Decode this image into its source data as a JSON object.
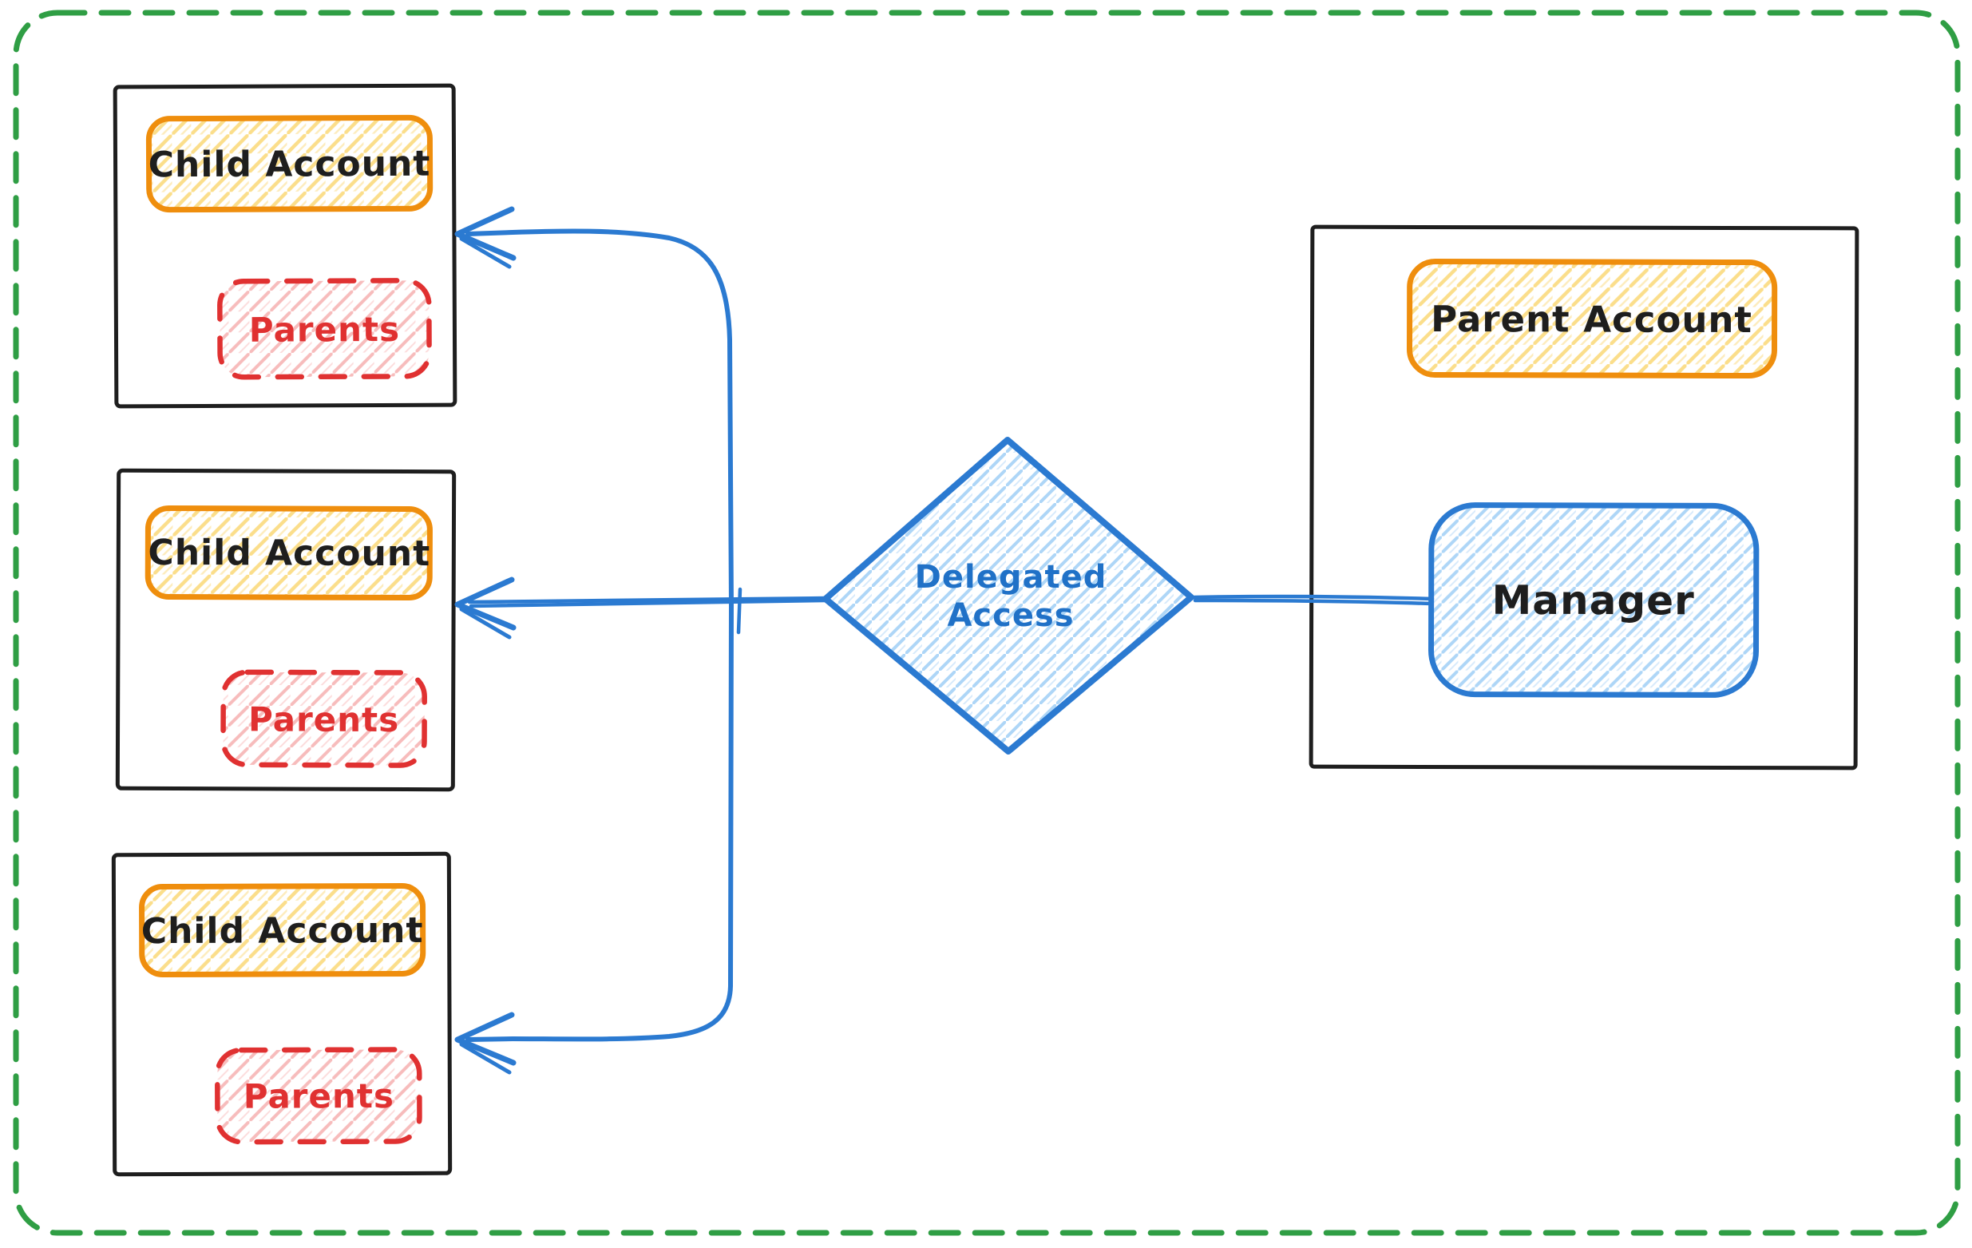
{
  "diagram": {
    "style": "hand-drawn whiteboard sketch",
    "canvas": {
      "background": "#ffffff",
      "border_color": "#2f9e44",
      "border_style": "dashed rounded rectangle"
    },
    "colors": {
      "accent_blue": "#2b7ad1",
      "accent_orange": "#ef8e0d",
      "accent_red": "#e03131",
      "accent_green": "#2f9e44",
      "ink_black": "#1e1e1e",
      "hatch_yellow": "#fbd977",
      "hatch_pink": "#f6b1b1",
      "hatch_blue": "#a9d4f6"
    },
    "nodes": {
      "child_accounts": [
        {
          "label": "Child Account",
          "sub_label": "Parents"
        },
        {
          "label": "Child Account",
          "sub_label": "Parents"
        },
        {
          "label": "Child Account",
          "sub_label": "Parents"
        }
      ],
      "parent_account": {
        "label": "Parent Account",
        "manager": "Manager"
      },
      "decision": {
        "line1": "Delegated",
        "line2": "Access"
      }
    },
    "edges": [
      {
        "from": "Manager",
        "to": "Delegated Access",
        "arrowhead": "none"
      },
      {
        "from": "Delegated Access",
        "to": "Child Account 1",
        "arrowhead": "end"
      },
      {
        "from": "Delegated Access",
        "to": "Child Account 2",
        "arrowhead": "end"
      },
      {
        "from": "Delegated Access",
        "to": "Child Account 3",
        "arrowhead": "end"
      }
    ]
  }
}
